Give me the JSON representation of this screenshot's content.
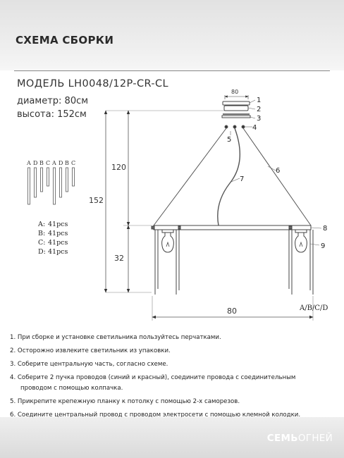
{
  "header": {
    "title": "СХЕМА СБОРКИ"
  },
  "spec": {
    "model": "МОДЕЛЬ LH0048/12P-CR-CL",
    "diameter": "диаметр: 80см",
    "height": "высота: 152см"
  },
  "diagram": {
    "dim_top": "80",
    "dim_upper": "120",
    "dim_total": "152",
    "dim_lower": "32",
    "dim_bottom": "80",
    "part_labels": [
      "1",
      "2",
      "3",
      "4",
      "5",
      "6",
      "7",
      "8",
      "9"
    ],
    "crystal_tag": "A/B/C/D",
    "legend_letters": [
      "A",
      "D",
      "B",
      "C",
      "A",
      "D",
      "B",
      "C"
    ],
    "counts": [
      {
        "letter": "A:",
        "qty": "41pcs"
      },
      {
        "letter": "B:",
        "qty": "41pcs"
      },
      {
        "letter": "C:",
        "qty": "41pcs"
      },
      {
        "letter": "D:",
        "qty": "41pcs"
      }
    ]
  },
  "instructions": [
    "1. При сборке и установке светильника пользуйтесь перчатками.",
    "2. Осторожно извлеките светильник из упаковки.",
    "3. Соберите центральную часть, согласно схеме.",
    "4. Соберите 2 пучка проводов (синий и красный), соедините провода с соединительным",
    "проводом с помощью колпачка.",
    "5. Прикрепите крепежную планку к потолку с помощью 2-х саморезов.",
    "6. Соедините центральный провод с проводом электросети с помощью клемной колодки."
  ],
  "brand": {
    "bold": "СЕМЬ",
    "light": "ОГНЕЙ"
  }
}
